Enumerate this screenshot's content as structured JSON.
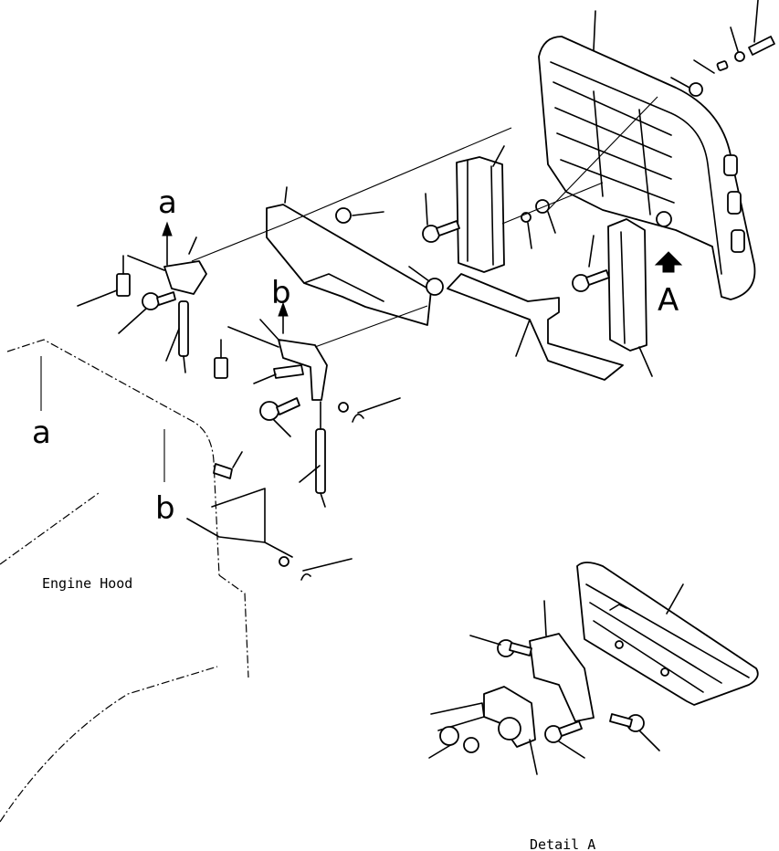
{
  "labels": {
    "ref_a_top": "a",
    "ref_a_hood": "a",
    "ref_b_top": "b",
    "ref_b_hood": "b",
    "view_arrow": "A",
    "engine_hood": "Engine Hood",
    "detail": "Detail A"
  }
}
